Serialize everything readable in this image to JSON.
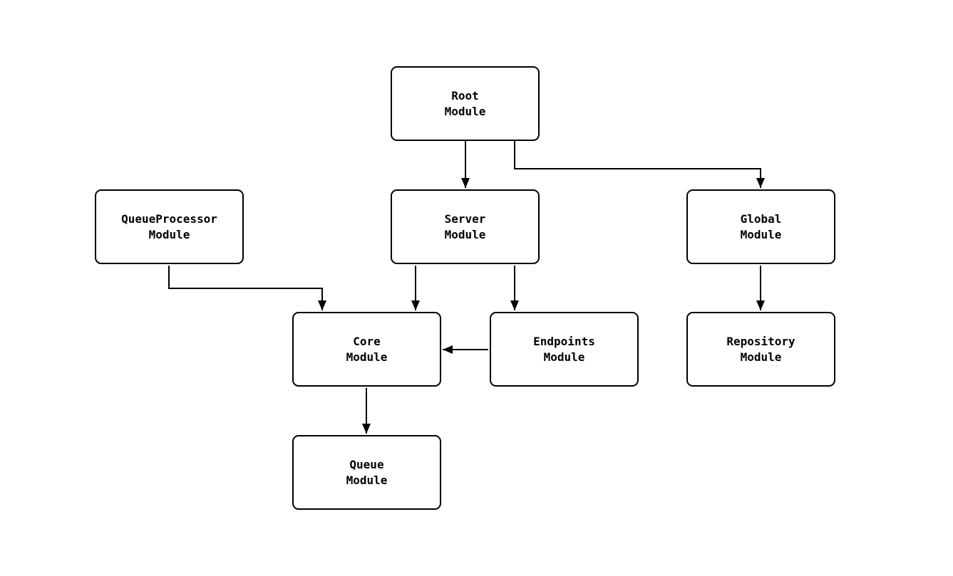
{
  "diagram": {
    "type": "module-dependency-graph",
    "background_color": "#ffffff",
    "node_border_color": "#000000",
    "node_fill_color": "#ffffff",
    "edge_color": "#000000",
    "nodes": {
      "root": {
        "line1": "Root",
        "line2": "Module"
      },
      "server": {
        "line1": "Server",
        "line2": "Module"
      },
      "global": {
        "line1": "Global",
        "line2": "Module"
      },
      "queueprocessor": {
        "line1": "QueueProcessor",
        "line2": "Module"
      },
      "core": {
        "line1": "Core",
        "line2": "Module"
      },
      "endpoints": {
        "line1": "Endpoints",
        "line2": "Module"
      },
      "repository": {
        "line1": "Repository",
        "line2": "Module"
      },
      "queue": {
        "line1": "Queue",
        "line2": "Module"
      }
    },
    "edges": [
      {
        "from": "Root Module",
        "to": "Server Module"
      },
      {
        "from": "Root Module",
        "to": "Global Module"
      },
      {
        "from": "QueueProcessor Module",
        "to": "Core Module"
      },
      {
        "from": "Server Module",
        "to": "Core Module"
      },
      {
        "from": "Server Module",
        "to": "Endpoints Module"
      },
      {
        "from": "Endpoints Module",
        "to": "Core Module"
      },
      {
        "from": "Global Module",
        "to": "Repository Module"
      },
      {
        "from": "Core Module",
        "to": "Queue Module"
      }
    ]
  }
}
